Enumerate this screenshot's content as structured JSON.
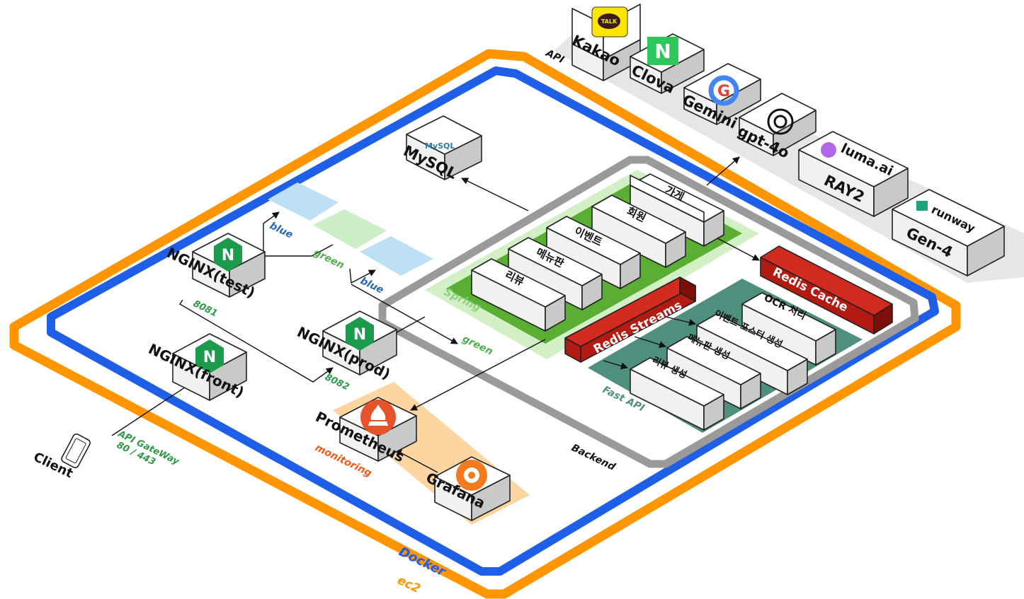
{
  "labels": {
    "api": "API",
    "docker": "Docker",
    "ec2": "ec2",
    "backend": "Backend",
    "spring": "Spring",
    "fastapi": "Fast API",
    "monitoring": "monitoring",
    "client": "Client",
    "gateway_line1": "API GateWay",
    "gateway_line2": "80 / 443",
    "port_test": "8081",
    "port_prod": "8082",
    "blue_1": "blue",
    "green_1": "green",
    "blue_2": "blue",
    "green_2": "green"
  },
  "api_providers": {
    "kakao": "Kakao",
    "kakao_logo": "TALK",
    "clova": "Clova",
    "clova_logo": "N",
    "gemini": "Gemini",
    "gemini_logo": "G",
    "gpt": "gpt-4o",
    "ray2": "RAY2",
    "luma_logo": "luma.ai",
    "gen4": "Gen-4",
    "runway_logo": "runway"
  },
  "infra": {
    "mysql": "MySQL",
    "mysql_logo": "MySQL",
    "nginx_test": "NGINX(test)",
    "nginx_prod": "NGINX(prod)",
    "nginx_front": "NGINX(front)",
    "nginx_logo": "N",
    "prometheus": "Prometheus",
    "grafana": "Grafana"
  },
  "spring_modules": [
    "리뷰",
    "메뉴판",
    "이벤트",
    "회원",
    "가게"
  ],
  "fastapi_modules": [
    "리뷰 생성",
    "메뉴판 생성",
    "이벤트 포스터 생성",
    "OCR 처리"
  ],
  "redis": {
    "streams": "Redis Streams",
    "cache": "Redis Cache"
  },
  "colors": {
    "ec2": "#ff9500",
    "docker": "#1f5fe8",
    "backend": "#9a9a9a",
    "spring_dark": "#5aae34",
    "spring_light": "#cfeec2",
    "fastapi": "#4f8f7e",
    "monitoring": "#fcd5a0",
    "redis": "#c8201a",
    "blue_slot": "#bde0f6",
    "green_slot": "#cbeec6",
    "label_green": "#2e9a48",
    "label_blue": "#2b67b4",
    "label_orange": "#f25a1a"
  }
}
